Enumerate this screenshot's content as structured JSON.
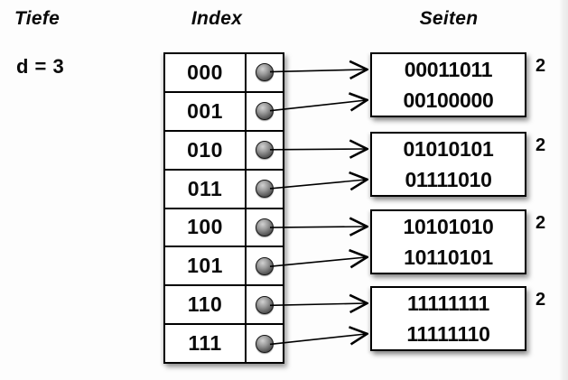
{
  "headers": {
    "depth": "Tiefe",
    "index": "Index",
    "pages": "Seiten"
  },
  "depth": {
    "value": "d = 3"
  },
  "index_table": {
    "rows": [
      {
        "label": "000"
      },
      {
        "label": "001"
      },
      {
        "label": "010"
      },
      {
        "label": "011"
      },
      {
        "label": "100"
      },
      {
        "label": "101"
      },
      {
        "label": "110"
      },
      {
        "label": "111"
      }
    ]
  },
  "pages": [
    {
      "entries": [
        "00011011",
        "00100000"
      ],
      "local_depth": "2"
    },
    {
      "entries": [
        "01010101",
        "01111010"
      ],
      "local_depth": "2"
    },
    {
      "entries": [
        "10101010",
        "10110101"
      ],
      "local_depth": "2"
    },
    {
      "entries": [
        "11111111",
        "11111110"
      ],
      "local_depth": "2"
    }
  ],
  "arrows": [
    {
      "from_row": 0,
      "to_page": 0,
      "to_slot": 0
    },
    {
      "from_row": 1,
      "to_page": 0,
      "to_slot": 1
    },
    {
      "from_row": 2,
      "to_page": 1,
      "to_slot": 0
    },
    {
      "from_row": 3,
      "to_page": 1,
      "to_slot": 1
    },
    {
      "from_row": 4,
      "to_page": 2,
      "to_slot": 0
    },
    {
      "from_row": 5,
      "to_page": 2,
      "to_slot": 1
    },
    {
      "from_row": 6,
      "to_page": 3,
      "to_slot": 0
    },
    {
      "from_row": 7,
      "to_page": 3,
      "to_slot": 1
    }
  ],
  "colors": {
    "background": "#fdfdfd",
    "line": "#000000",
    "box_fill": "#ffffff",
    "dot_fill": "#565656"
  }
}
